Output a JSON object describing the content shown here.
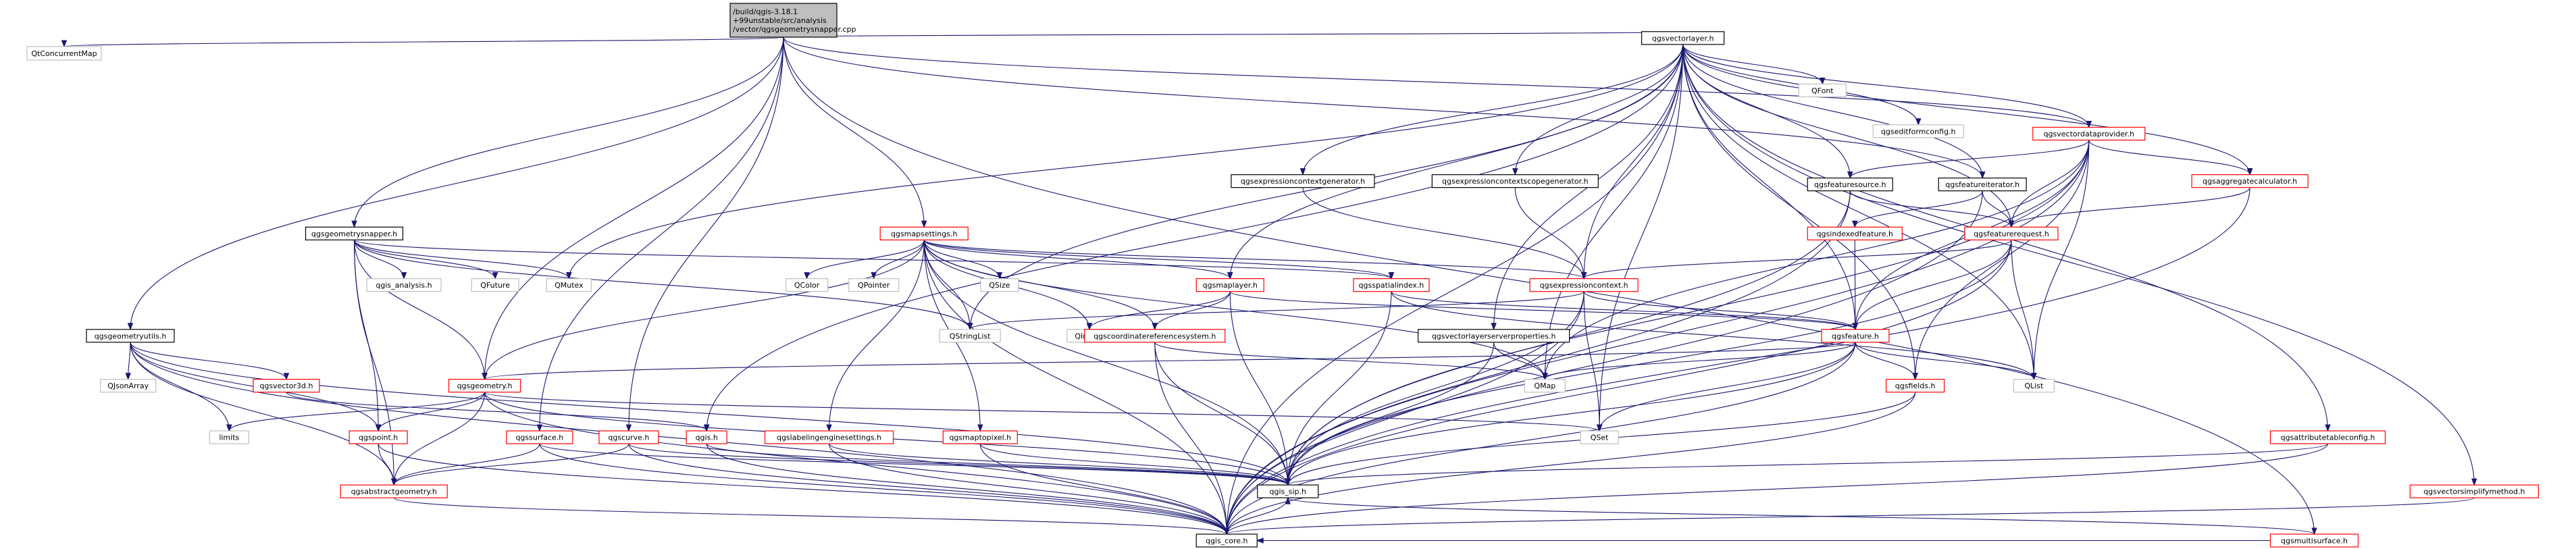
{
  "colors": {
    "root_fill": "#bfbfbf",
    "fill": "#ffffff",
    "border_doc": "#ff0000",
    "border_nodoc": "#bfbfbf",
    "border_root": "#000000",
    "edge": "#191970"
  },
  "nodes": [
    {
      "id": "root",
      "lines": [
        "/build/qgis-3.18.1",
        "+99unstable/src/analysis",
        "/vector/qgsgeometrysnapper.cpp"
      ],
      "kind": "root"
    },
    {
      "id": "qtconcurrentmap",
      "lines": [
        "QtConcurrentMap"
      ],
      "kind": "nodoc"
    },
    {
      "id": "qgsvectorlayer",
      "lines": [
        "qgsvectorlayer.h"
      ],
      "kind": "main"
    },
    {
      "id": "qgsgeometrysnapper",
      "lines": [
        "qgsgeometrysnapper.h"
      ],
      "kind": "main"
    },
    {
      "id": "qgsgeometryutils",
      "lines": [
        "qgsgeometryutils.h"
      ],
      "kind": "main"
    },
    {
      "id": "qgsmapsettings",
      "lines": [
        "qgsmapsettings.h"
      ],
      "kind": "doc"
    },
    {
      "id": "qgsvectordataprovider",
      "lines": [
        "qgsvectordataprovider.h"
      ],
      "kind": "doc"
    },
    {
      "id": "qgsmultisurface",
      "lines": [
        "qgsmultisurface.h"
      ],
      "kind": "doc"
    },
    {
      "id": "qfont",
      "lines": [
        "QFont"
      ],
      "kind": "nodoc"
    },
    {
      "id": "qgseditformconfig",
      "lines": [
        "qgseditformconfig.h"
      ],
      "kind": "nodoc"
    },
    {
      "id": "qgsexpressioncontextgenerator",
      "lines": [
        "qgsexpressioncontextgenerator.h"
      ],
      "kind": "main"
    },
    {
      "id": "qgsexpressioncontextscopegenerator",
      "lines": [
        "qgsexpressioncontextscopegenerator.h"
      ],
      "kind": "main"
    },
    {
      "id": "qgsfeaturesource",
      "lines": [
        "qgsfeaturesource.h"
      ],
      "kind": "main"
    },
    {
      "id": "qgsfeatureiterator",
      "lines": [
        "qgsfeatureiterator.h"
      ],
      "kind": "main"
    },
    {
      "id": "qgsaggregatecalculator",
      "lines": [
        "qgsaggregatecalculator.h"
      ],
      "kind": "doc"
    },
    {
      "id": "qgsindexedfeature",
      "lines": [
        "qgsindexedfeature.h"
      ],
      "kind": "doc"
    },
    {
      "id": "qgsfeaturerequest",
      "lines": [
        "qgsfeaturerequest.h"
      ],
      "kind": "doc"
    },
    {
      "id": "qgsexpressioncontext",
      "lines": [
        "qgsexpressioncontext.h"
      ],
      "kind": "doc"
    },
    {
      "id": "qgsmaplayer",
      "lines": [
        "qgsmaplayer.h"
      ],
      "kind": "doc"
    },
    {
      "id": "qgsspatialindex",
      "lines": [
        "qgsspatialindex.h"
      ],
      "kind": "doc"
    },
    {
      "id": "qgis_analysis",
      "lines": [
        "qgis_analysis.h"
      ],
      "kind": "nodoc"
    },
    {
      "id": "qfuture",
      "lines": [
        "QFuture"
      ],
      "kind": "nodoc"
    },
    {
      "id": "qmutex",
      "lines": [
        "QMutex"
      ],
      "kind": "nodoc"
    },
    {
      "id": "qcolor",
      "lines": [
        "QColor"
      ],
      "kind": "nodoc"
    },
    {
      "id": "qpointer",
      "lines": [
        "QPointer"
      ],
      "kind": "nodoc"
    },
    {
      "id": "qsize",
      "lines": [
        "QSize"
      ],
      "kind": "nodoc"
    },
    {
      "id": "qstringlist",
      "lines": [
        "QStringList"
      ],
      "kind": "nodoc"
    },
    {
      "id": "qimage",
      "lines": [
        "QImage"
      ],
      "kind": "nodoc"
    },
    {
      "id": "qgscoordinatereferencesystem",
      "lines": [
        "qgscoordinatereferencesystem.h"
      ],
      "kind": "doc"
    },
    {
      "id": "qgsvectorlayerserverproperties",
      "lines": [
        "qgsvectorlayerserverproperties.h"
      ],
      "kind": "main"
    },
    {
      "id": "qgsfeature",
      "lines": [
        "qgsfeature.h"
      ],
      "kind": "doc"
    },
    {
      "id": "qjsonarray",
      "lines": [
        "QJsonArray"
      ],
      "kind": "nodoc"
    },
    {
      "id": "qgsvector3d",
      "lines": [
        "qgsvector3d.h"
      ],
      "kind": "doc"
    },
    {
      "id": "qgsgeometry",
      "lines": [
        "qgsgeometry.h"
      ],
      "kind": "doc"
    },
    {
      "id": "limits",
      "lines": [
        "limits"
      ],
      "kind": "nodoc"
    },
    {
      "id": "qgspoint",
      "lines": [
        "qgspoint.h"
      ],
      "kind": "doc"
    },
    {
      "id": "qgssurface",
      "lines": [
        "qgssurface.h"
      ],
      "kind": "doc"
    },
    {
      "id": "qgscurve",
      "lines": [
        "qgscurve.h"
      ],
      "kind": "doc"
    },
    {
      "id": "qgis",
      "lines": [
        "qgis.h"
      ],
      "kind": "doc"
    },
    {
      "id": "qgslabelingenginesettings",
      "lines": [
        "qgslabelingenginesettings.h"
      ],
      "kind": "doc"
    },
    {
      "id": "qgsmaptopixel",
      "lines": [
        "qgsmaptopixel.h"
      ],
      "kind": "doc"
    },
    {
      "id": "qmap",
      "lines": [
        "QMap"
      ],
      "kind": "nodoc"
    },
    {
      "id": "qgsfields",
      "lines": [
        "qgsfields.h"
      ],
      "kind": "doc"
    },
    {
      "id": "qset",
      "lines": [
        "QSet"
      ],
      "kind": "nodoc"
    },
    {
      "id": "qlist",
      "lines": [
        "QList"
      ],
      "kind": "nodoc"
    },
    {
      "id": "qgsattributetableconfig",
      "lines": [
        "qgsattributetableconfig.h"
      ],
      "kind": "doc"
    },
    {
      "id": "qgsvectorsimplifymethod",
      "lines": [
        "qgsvectorsimplifymethod.h"
      ],
      "kind": "doc"
    },
    {
      "id": "qgsabstractgeometry",
      "lines": [
        "qgsabstractgeometry.h"
      ],
      "kind": "doc"
    },
    {
      "id": "qgis_sip",
      "lines": [
        "qgis_sip.h"
      ],
      "kind": "main"
    },
    {
      "id": "qgis_core",
      "lines": [
        "qgis_core.h"
      ],
      "kind": "main"
    }
  ],
  "edges": [
    [
      "root",
      "qtconcurrentmap"
    ],
    [
      "root",
      "qgsvectorlayer"
    ],
    [
      "root",
      "qgsgeometrysnapper"
    ],
    [
      "root",
      "qgsgeometryutils"
    ],
    [
      "root",
      "qgsmapsettings"
    ],
    [
      "root",
      "qgsvectordataprovider"
    ],
    [
      "root",
      "qgsmultisurface"
    ],
    [
      "root",
      "qgsgeometry"
    ],
    [
      "root",
      "qgssurface"
    ],
    [
      "root",
      "qgscurve"
    ],
    [
      "root",
      "qgsfeatureiterator"
    ],
    [
      "qgsvectorlayer",
      "qfont"
    ],
    [
      "qgsvectorlayer",
      "qgseditformconfig"
    ],
    [
      "qgsvectorlayer",
      "qgsvectordataprovider"
    ],
    [
      "qgsvectorlayer",
      "qgsexpressioncontextgenerator"
    ],
    [
      "qgsvectorlayer",
      "qgsexpressioncontextscopegenerator"
    ],
    [
      "qgsvectorlayer",
      "qgsfeaturesource"
    ],
    [
      "qgsvectorlayer",
      "qgsfeatureiterator"
    ],
    [
      "qgsvectorlayer",
      "qgsaggregatecalculator"
    ],
    [
      "qgsvectorlayer",
      "qgsfeaturerequest"
    ],
    [
      "qgsvectorlayer",
      "qgsexpressioncontext"
    ],
    [
      "qgsvectorlayer",
      "qgsmaplayer"
    ],
    [
      "qgsvectorlayer",
      "qgsfeature"
    ],
    [
      "qgsvectorlayer",
      "qgsfields"
    ],
    [
      "qgsvectorlayer",
      "qgsvectorlayerserverproperties"
    ],
    [
      "qgsvectorlayer",
      "qgsattributetableconfig"
    ],
    [
      "qgsvectorlayer",
      "qgsvectorsimplifymethod"
    ],
    [
      "qgsvectorlayer",
      "qlist"
    ],
    [
      "qgsvectorlayer",
      "qset"
    ],
    [
      "qgsvectorlayer",
      "qstringlist"
    ],
    [
      "qgsvectorlayer",
      "qmutex"
    ],
    [
      "qgsvectorlayer",
      "qgis"
    ],
    [
      "qgsvectorlayer",
      "qgis_core"
    ],
    [
      "qgsvectorlayer",
      "qmap"
    ],
    [
      "qgsvectordataprovider",
      "qgsfeaturerequest"
    ],
    [
      "qgsvectordataprovider",
      "qgsaggregatecalculator"
    ],
    [
      "qgsvectordataprovider",
      "qgsfeaturesource"
    ],
    [
      "qgsvectordataprovider",
      "qgsfeature"
    ],
    [
      "qgsvectordataprovider",
      "qgis_sip"
    ],
    [
      "qgsvectordataprovider",
      "qgis_core"
    ],
    [
      "qgsvectordataprovider",
      "qlist"
    ],
    [
      "qgsvectordataprovider",
      "qmap"
    ],
    [
      "qgsvectordataprovider",
      "qgsfields"
    ],
    [
      "qgsexpressioncontextgenerator",
      "qgsexpressioncontext"
    ],
    [
      "qgsexpressioncontextscopegenerator",
      "qgsexpressioncontext"
    ],
    [
      "qgsfeaturesource",
      "qgsfeaturerequest"
    ],
    [
      "qgsfeaturesource",
      "qgis_core"
    ],
    [
      "qgsfeaturesource",
      "qgis_sip"
    ],
    [
      "qgsfeatureiterator",
      "qgsfeaturerequest"
    ],
    [
      "qgsfeatureiterator",
      "qgsindexedfeature"
    ],
    [
      "qgsfeatureiterator",
      "qgis_core"
    ],
    [
      "qgsaggregatecalculator",
      "qgsfeaturerequest"
    ],
    [
      "qgsaggregatecalculator",
      "qgis_core"
    ],
    [
      "qgsindexedfeature",
      "qgsfeature"
    ],
    [
      "qgsfeaturerequest",
      "qgsexpressioncontext"
    ],
    [
      "qgsfeaturerequest",
      "qgsfeature"
    ],
    [
      "qgsfeaturerequest",
      "qlist"
    ],
    [
      "qgsfeaturerequest",
      "qgis_sip"
    ],
    [
      "qgsfeaturerequest",
      "qgis_core"
    ],
    [
      "qgsexpressioncontext",
      "qgsfeature"
    ],
    [
      "qgsexpressioncontext",
      "qstringlist"
    ],
    [
      "qgsexpressioncontext",
      "qset"
    ],
    [
      "qgsexpressioncontext",
      "qgis_sip"
    ],
    [
      "qgsexpressioncontext",
      "qgis_core"
    ],
    [
      "qgsgeometrysnapper",
      "qgis_analysis"
    ],
    [
      "qgsgeometrysnapper",
      "qfuture"
    ],
    [
      "qgsgeometrysnapper",
      "qmutex"
    ],
    [
      "qgsgeometrysnapper",
      "qgsspatialindex"
    ],
    [
      "qgsgeometrysnapper",
      "qgsgeometry"
    ],
    [
      "qgsgeometrysnapper",
      "qgspoint"
    ],
    [
      "qgsgeometrysnapper",
      "qgsabstractgeometry"
    ],
    [
      "qgsgeometrysnapper",
      "qstringlist"
    ],
    [
      "qgsgeometryutils",
      "qjsonarray"
    ],
    [
      "qgsgeometryutils",
      "limits"
    ],
    [
      "qgsgeometryutils",
      "qgsvector3d"
    ],
    [
      "qgsgeometryutils",
      "qgspoint"
    ],
    [
      "qgsgeometryutils",
      "qgsabstractgeometry"
    ],
    [
      "qgsgeometryutils",
      "qgis_sip"
    ],
    [
      "qgsgeometryutils",
      "qgis_core"
    ],
    [
      "qgsmapsettings",
      "qcolor"
    ],
    [
      "qgsmapsettings",
      "qpointer"
    ],
    [
      "qgsmapsettings",
      "qsize"
    ],
    [
      "qgsmapsettings",
      "qstringlist"
    ],
    [
      "qgsmapsettings",
      "qimage"
    ],
    [
      "qgsmapsettings",
      "qgsmaplayer"
    ],
    [
      "qgsmapsettings",
      "qgsspatialindex"
    ],
    [
      "qgsmapsettings",
      "qgscoordinatereferencesystem"
    ],
    [
      "qgsmapsettings",
      "qgslabelingenginesettings"
    ],
    [
      "qgsmapsettings",
      "qgsmaptopixel"
    ],
    [
      "qgsmapsettings",
      "qgsgeometry"
    ],
    [
      "qgsmapsettings",
      "qgsexpressioncontext"
    ],
    [
      "qgsmapsettings",
      "qgis_sip"
    ],
    [
      "qgsmapsettings",
      "qgis_core"
    ],
    [
      "qgsmapsettings",
      "qmap"
    ],
    [
      "qgsmaplayer",
      "qgscoordinatereferencesystem"
    ],
    [
      "qgsmaplayer",
      "qimage"
    ],
    [
      "qgsmaplayer",
      "qgis_sip"
    ],
    [
      "qgsmaplayer",
      "qgsfeature"
    ],
    [
      "qgsspatialindex",
      "qgsfeature"
    ],
    [
      "qgsspatialindex",
      "qgis_sip"
    ],
    [
      "qgsspatialindex",
      "qlist"
    ],
    [
      "qgscoordinatereferencesystem",
      "qmap"
    ],
    [
      "qgscoordinatereferencesystem",
      "qgis_sip"
    ],
    [
      "qgscoordinatereferencesystem",
      "qgis_core"
    ],
    [
      "qgsvectorlayerserverproperties",
      "qmap"
    ],
    [
      "qgsvectorlayerserverproperties",
      "qgis_sip"
    ],
    [
      "qgsfeature",
      "qgsgeometry"
    ],
    [
      "qgsfeature",
      "qgsfields"
    ],
    [
      "qgsfeature",
      "qmap"
    ],
    [
      "qgsfeature",
      "qset"
    ],
    [
      "qgsfeature",
      "qlist"
    ],
    [
      "qgsfeature",
      "qgis_sip"
    ],
    [
      "qgsfeature",
      "qgis_core"
    ],
    [
      "qgsvector3d",
      "qgis"
    ],
    [
      "qgsgeometry",
      "limits"
    ],
    [
      "qgsgeometry",
      "qgspoint"
    ],
    [
      "qgsgeometry",
      "qgsabstractgeometry"
    ],
    [
      "qgsgeometry",
      "qset"
    ],
    [
      "qgsgeometry",
      "qgis_sip"
    ],
    [
      "qgsgeometry",
      "qgis_core"
    ],
    [
      "qgspoint",
      "qgsabstractgeometry"
    ],
    [
      "qgspoint",
      "qgis_core"
    ],
    [
      "qgssurface",
      "qgsabstractgeometry"
    ],
    [
      "qgssurface",
      "qgis_sip"
    ],
    [
      "qgssurface",
      "qgis_core"
    ],
    [
      "qgscurve",
      "qgsabstractgeometry"
    ],
    [
      "qgscurve",
      "qgis_sip"
    ],
    [
      "qgscurve",
      "qgis_core"
    ],
    [
      "qgis",
      "qgis_sip"
    ],
    [
      "qgis",
      "qgis_core"
    ],
    [
      "qgslabelingenginesettings",
      "qgis_sip"
    ],
    [
      "qgslabelingenginesettings",
      "qgis_core"
    ],
    [
      "qgsmaptopixel",
      "qgis_sip"
    ],
    [
      "qgsmaptopixel",
      "qgis_core"
    ],
    [
      "qgsfields",
      "qgis_sip"
    ],
    [
      "qgsfields",
      "qgis_core"
    ],
    [
      "qgsattributetableconfig",
      "qgis_sip"
    ],
    [
      "qgsattributetableconfig",
      "qgis_core"
    ],
    [
      "qgsvectorsimplifymethod",
      "qgis_core"
    ],
    [
      "qgsmultisurface",
      "qgis_sip"
    ],
    [
      "qgsmultisurface",
      "qgis_core"
    ],
    [
      "qgsabstractgeometry",
      "qgis_core"
    ],
    [
      "qgis_sip",
      "qgis_core"
    ]
  ]
}
